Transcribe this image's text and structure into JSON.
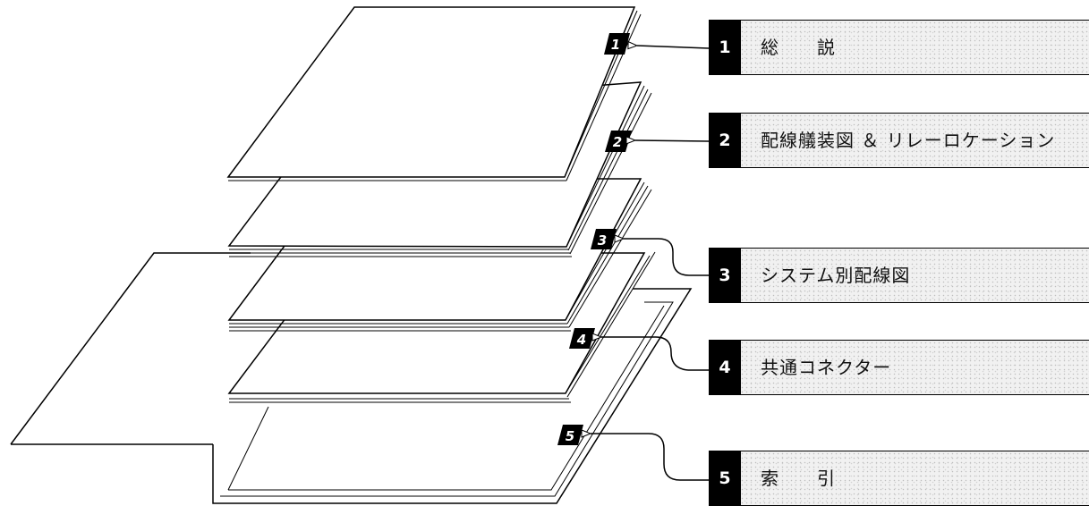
{
  "sections": [
    {
      "number": "1",
      "title": "総　　説"
    },
    {
      "number": "2",
      "title": "配線艤装図 ＆ リレーロケーション"
    },
    {
      "number": "3",
      "title": "システム別配線図"
    },
    {
      "number": "4",
      "title": "共通コネクター"
    },
    {
      "number": "5",
      "title": "索　　引"
    }
  ]
}
